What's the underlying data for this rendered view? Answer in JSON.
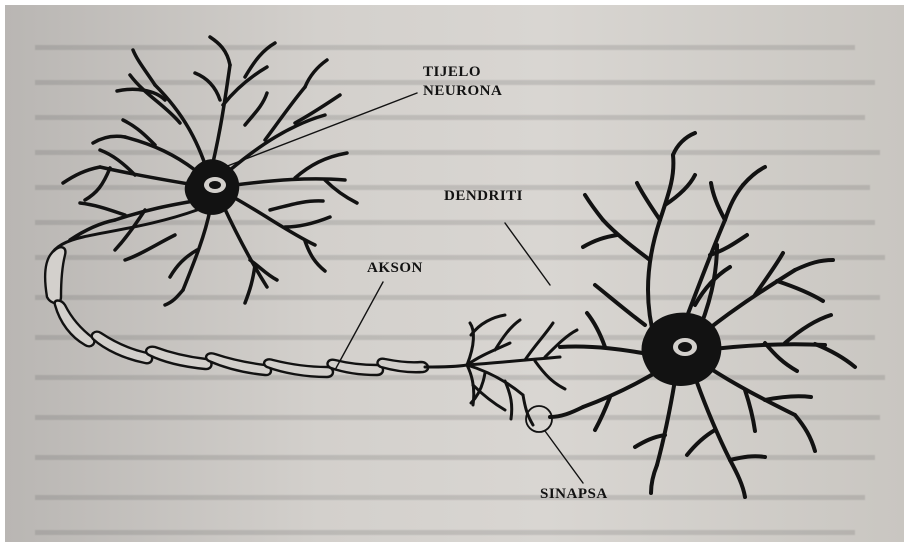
{
  "labels": {
    "cell_body_line1": "TIJELO",
    "cell_body_line2": "NEURONA",
    "dendrites": "DENDRITI",
    "axon": "AKSON",
    "synapse": "SINAPSA"
  },
  "colors": {
    "ink": "#121212",
    "paper": "#d3d0cc"
  }
}
